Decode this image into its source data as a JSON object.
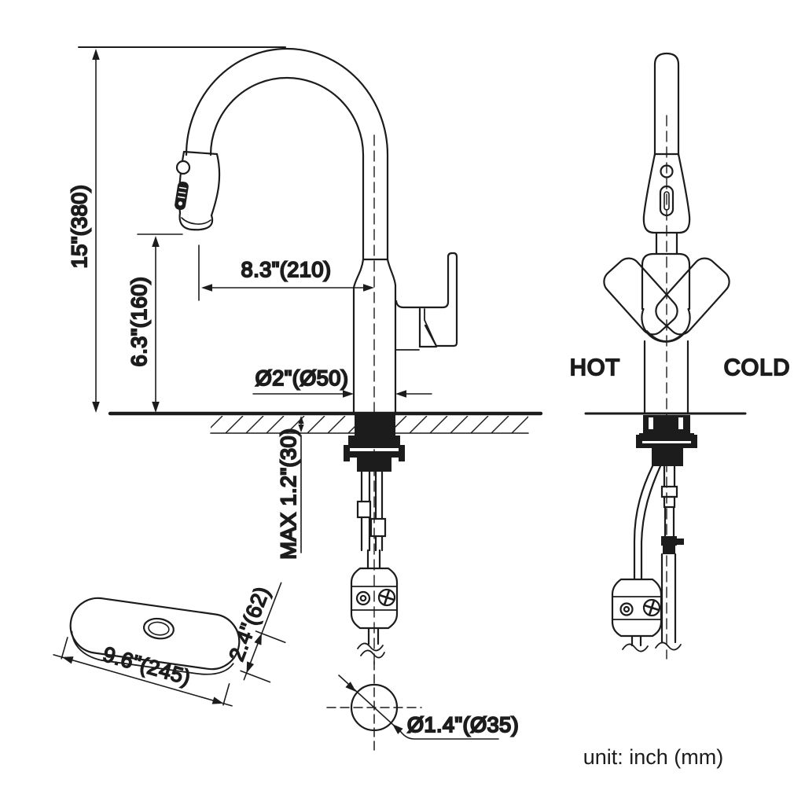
{
  "drawing": {
    "side_view": {
      "height_overall": "15\"(380)",
      "height_to_spray_head": "6.3\"(160)",
      "spout_reach": "8.3\"(210)",
      "base_diameter": "Ø2\"(Ø50)",
      "max_counter_thickness": "MAX 1.2\"(30)"
    },
    "front_view": {
      "hot_label": "HOT",
      "cold_label": "COLD"
    },
    "deck_plate": {
      "length": "9.6\"(245)",
      "width": "2.4\"(62)"
    },
    "mounting_hole": {
      "diameter": "Ø1.4\"(Ø35)"
    },
    "footer": {
      "unit_note": "unit:  inch (mm)"
    },
    "colors": {
      "line": "#1c1c1c",
      "background": "#ffffff"
    }
  }
}
